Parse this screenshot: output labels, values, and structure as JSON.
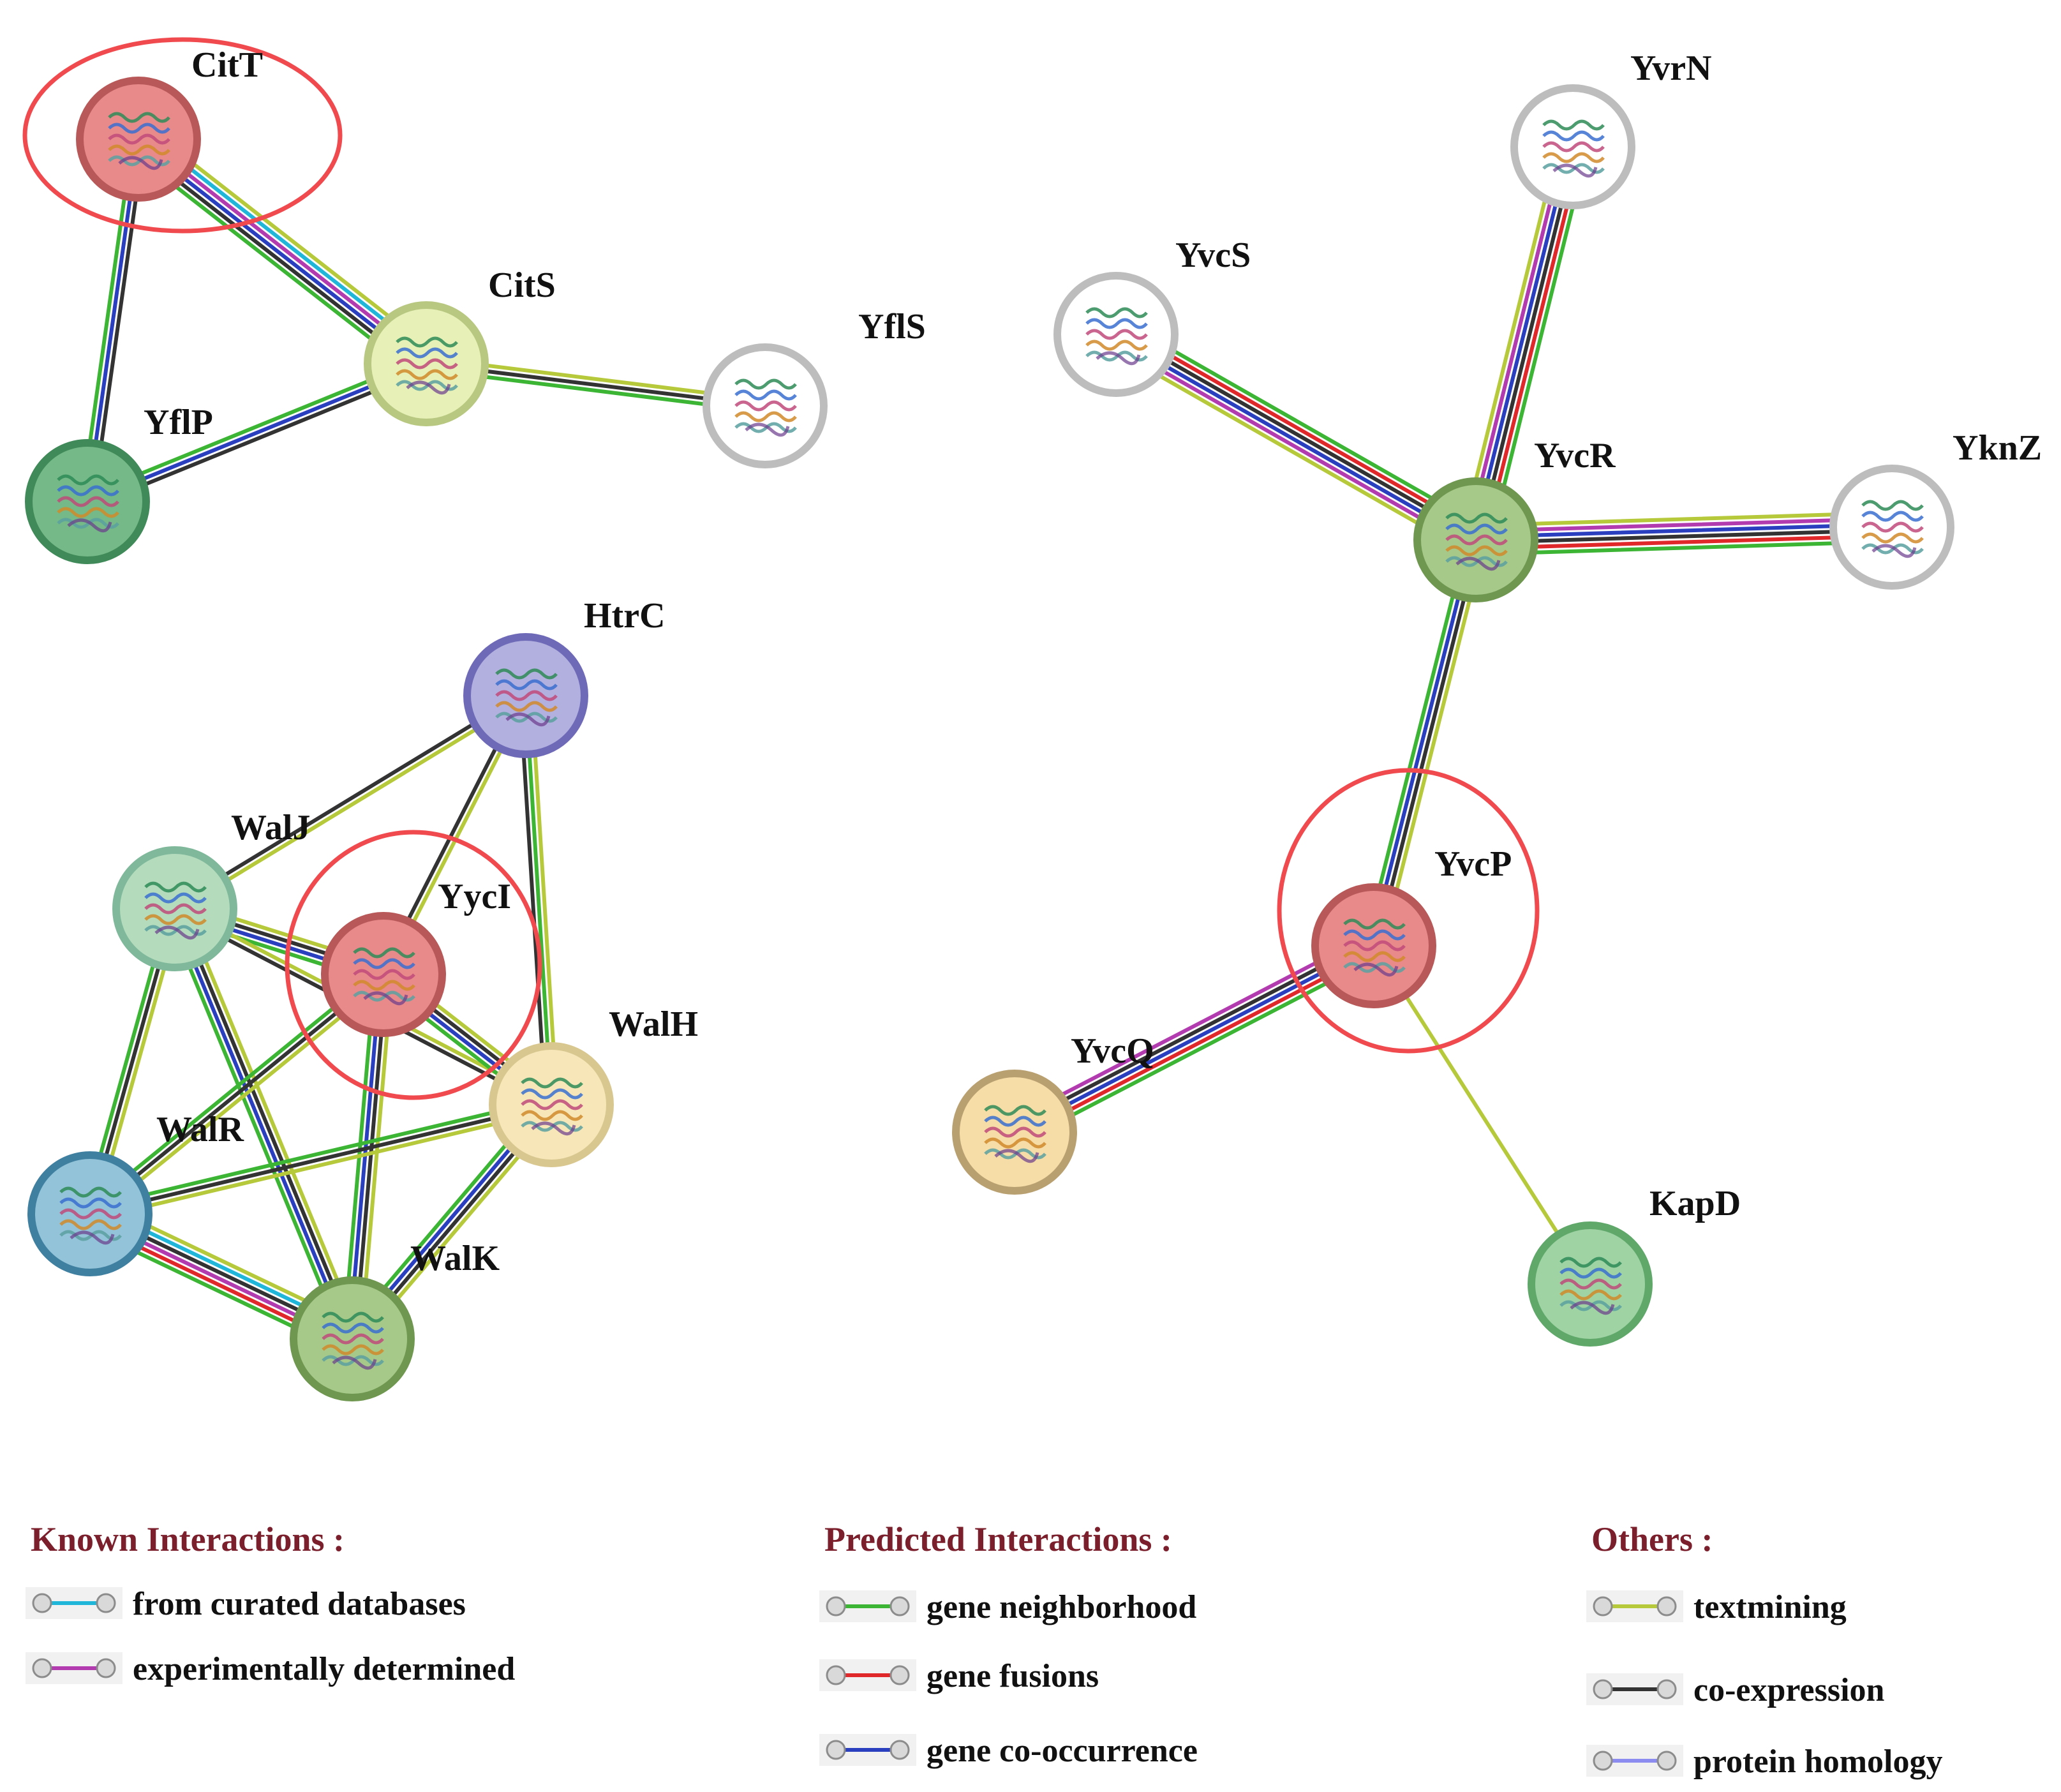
{
  "colors": {
    "curated": "#1fb6d9",
    "experimental": "#b33bb0",
    "neighborhood": "#3cb534",
    "fusion": "#e0282a",
    "cooccurrence": "#2a3fbf",
    "textmining": "#b5c93a",
    "coexpression": "#333333",
    "homology": "#8b8bf0",
    "highlight": "#f04a4f",
    "grey_ring": "#b9b9b9"
  },
  "nodes": [
    {
      "id": "CitT",
      "label": "CitT",
      "fill": "#e88a8a",
      "ring": "#b85858",
      "icon": "protein-structure-icon"
    },
    {
      "id": "CitS",
      "label": "CitS",
      "fill": "#e6f0b7",
      "ring": "#b8c880",
      "icon": "protein-structure-icon"
    },
    {
      "id": "YflP",
      "label": "YflP",
      "fill": "#74b987",
      "ring": "#3f8a58",
      "icon": "protein-structure-icon"
    },
    {
      "id": "YflS",
      "label": "YflS",
      "fill": "#ffffff",
      "ring": "#bdbdbd",
      "icon": "protein-structure-icon"
    },
    {
      "id": "YvrN",
      "label": "YvrN",
      "fill": "#ffffff",
      "ring": "#bdbdbd",
      "icon": "protein-structure-icon"
    },
    {
      "id": "YvcS",
      "label": "YvcS",
      "fill": "#ffffff",
      "ring": "#bdbdbd",
      "icon": "protein-structure-icon"
    },
    {
      "id": "YvcR",
      "label": "YvcR",
      "fill": "#a6c98a",
      "ring": "#6f9750",
      "icon": "protein-structure-icon"
    },
    {
      "id": "YknZ",
      "label": "YknZ",
      "fill": "#ffffff",
      "ring": "#bdbdbd",
      "icon": "protein-structure-icon"
    },
    {
      "id": "HtrC",
      "label": "HtrC",
      "fill": "#b2b0de",
      "ring": "#6f6ab8",
      "icon": "protein-structure-icon"
    },
    {
      "id": "WalJ",
      "label": "WalJ",
      "fill": "#b3dbbc",
      "ring": "#7fb89a",
      "icon": "protein-structure-icon"
    },
    {
      "id": "YycI",
      "label": "YycI",
      "fill": "#e88a8a",
      "ring": "#b85858",
      "icon": "protein-structure-icon"
    },
    {
      "id": "WalH",
      "label": "WalH",
      "fill": "#f7e7b8",
      "ring": "#d9c790",
      "icon": "protein-structure-icon"
    },
    {
      "id": "WalR",
      "label": "WalR",
      "fill": "#92c3d8",
      "ring": "#3f7fa0",
      "icon": "protein-structure-icon"
    },
    {
      "id": "WalK",
      "label": "WalK",
      "fill": "#a6c98a",
      "ring": "#6f9750",
      "icon": "protein-structure-icon"
    },
    {
      "id": "YvcP",
      "label": "YvcP",
      "fill": "#e88a8a",
      "ring": "#b85858",
      "icon": "protein-structure-icon"
    },
    {
      "id": "YvcQ",
      "label": "YvcQ",
      "fill": "#f6dca6",
      "ring": "#b9a070",
      "icon": "protein-structure-icon"
    },
    {
      "id": "KapD",
      "label": "KapD",
      "fill": "#9fd3a4",
      "ring": "#5fa86a",
      "icon": "protein-structure-icon"
    }
  ],
  "highlighted_nodes": [
    "CitT",
    "YycI",
    "YvcP"
  ],
  "edges": [
    {
      "from": "CitT",
      "to": "CitS",
      "evidence": [
        "textmining",
        "curated",
        "experimental",
        "cooccurrence",
        "coexpression",
        "neighborhood"
      ]
    },
    {
      "from": "CitT",
      "to": "YflP",
      "evidence": [
        "coexpression",
        "cooccurrence",
        "neighborhood"
      ]
    },
    {
      "from": "CitS",
      "to": "YflP",
      "evidence": [
        "coexpression",
        "cooccurrence",
        "neighborhood"
      ]
    },
    {
      "from": "CitS",
      "to": "YflS",
      "evidence": [
        "textmining",
        "coexpression",
        "neighborhood"
      ]
    },
    {
      "from": "YvcR",
      "to": "YvrN",
      "evidence": [
        "textmining",
        "experimental",
        "cooccurrence",
        "coexpression",
        "fusion",
        "neighborhood"
      ]
    },
    {
      "from": "YvcR",
      "to": "YvcS",
      "evidence": [
        "textmining",
        "experimental",
        "cooccurrence",
        "coexpression",
        "fusion",
        "neighborhood"
      ]
    },
    {
      "from": "YvcR",
      "to": "YknZ",
      "evidence": [
        "textmining",
        "experimental",
        "cooccurrence",
        "coexpression",
        "fusion",
        "neighborhood"
      ]
    },
    {
      "from": "YvcR",
      "to": "YvcP",
      "evidence": [
        "textmining",
        "coexpression",
        "cooccurrence",
        "neighborhood"
      ]
    },
    {
      "from": "YvcP",
      "to": "YvcQ",
      "evidence": [
        "neighborhood",
        "fusion",
        "cooccurrence",
        "coexpression",
        "experimental"
      ]
    },
    {
      "from": "YvcP",
      "to": "KapD",
      "evidence": [
        "textmining"
      ]
    },
    {
      "from": "HtrC",
      "to": "WalJ",
      "evidence": [
        "textmining",
        "coexpression"
      ]
    },
    {
      "from": "HtrC",
      "to": "YycI",
      "evidence": [
        "textmining",
        "coexpression"
      ]
    },
    {
      "from": "HtrC",
      "to": "WalH",
      "evidence": [
        "textmining",
        "neighborhood",
        "coexpression"
      ]
    },
    {
      "from": "WalJ",
      "to": "YycI",
      "evidence": [
        "textmining",
        "coexpression",
        "cooccurrence",
        "neighborhood"
      ]
    },
    {
      "from": "WalJ",
      "to": "WalH",
      "evidence": [
        "textmining",
        "coexpression"
      ]
    },
    {
      "from": "WalJ",
      "to": "WalR",
      "evidence": [
        "textmining",
        "coexpression",
        "neighborhood"
      ]
    },
    {
      "from": "WalJ",
      "to": "WalK",
      "evidence": [
        "textmining",
        "coexpression",
        "cooccurrence",
        "neighborhood"
      ]
    },
    {
      "from": "YycI",
      "to": "WalH",
      "evidence": [
        "textmining",
        "coexpression",
        "cooccurrence",
        "neighborhood"
      ]
    },
    {
      "from": "YycI",
      "to": "WalR",
      "evidence": [
        "textmining",
        "coexpression",
        "neighborhood"
      ]
    },
    {
      "from": "YycI",
      "to": "WalK",
      "evidence": [
        "textmining",
        "coexpression",
        "cooccurrence",
        "neighborhood"
      ]
    },
    {
      "from": "WalH",
      "to": "WalR",
      "evidence": [
        "textmining",
        "coexpression",
        "neighborhood"
      ]
    },
    {
      "from": "WalH",
      "to": "WalK",
      "evidence": [
        "textmining",
        "coexpression",
        "cooccurrence",
        "neighborhood"
      ]
    },
    {
      "from": "WalR",
      "to": "WalK",
      "evidence": [
        "textmining",
        "curated",
        "coexpression",
        "experimental",
        "fusion",
        "neighborhood"
      ]
    }
  ],
  "legend": {
    "groups": [
      {
        "title": "Known Interactions :",
        "items": [
          {
            "label": "from curated databases",
            "color_key": "curated"
          },
          {
            "label": "experimentally determined",
            "color_key": "experimental"
          }
        ]
      },
      {
        "title": "Predicted Interactions :",
        "items": [
          {
            "label": "gene neighborhood",
            "color_key": "neighborhood"
          },
          {
            "label": "gene fusions",
            "color_key": "fusion"
          },
          {
            "label": "gene co-occurrence",
            "color_key": "cooccurrence"
          }
        ]
      },
      {
        "title": "Others :",
        "items": [
          {
            "label": "textmining",
            "color_key": "textmining"
          },
          {
            "label": "co-expression",
            "color_key": "coexpression"
          },
          {
            "label": "protein homology",
            "color_key": "homology"
          }
        ]
      }
    ]
  }
}
